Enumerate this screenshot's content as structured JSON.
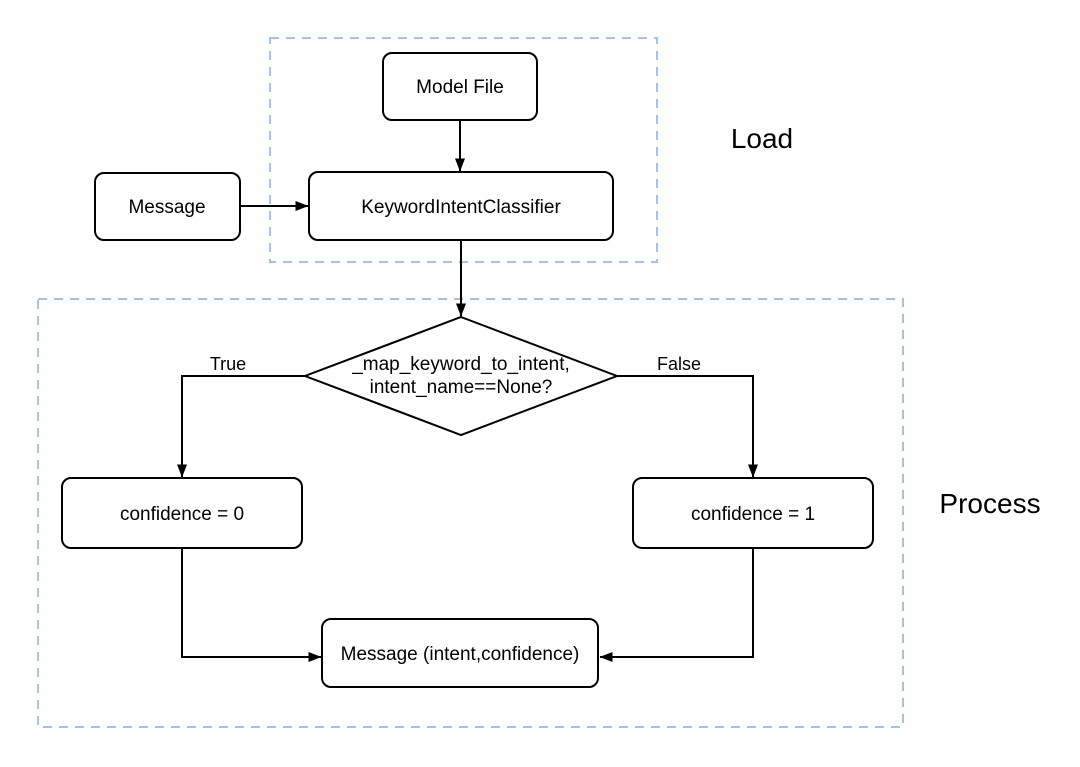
{
  "diagram": {
    "type": "flowchart",
    "groups": {
      "load": {
        "label": "Load"
      },
      "process": {
        "label": "Process"
      }
    },
    "nodes": {
      "model_file": {
        "label": "Model File"
      },
      "message_in": {
        "label": "Message"
      },
      "classifier": {
        "label": "KeywordIntentClassifier"
      },
      "decision": {
        "line1": "_map_keyword_to_intent,",
        "line2": "intent_name==None?"
      },
      "confidence_zero": {
        "label": "confidence = 0"
      },
      "confidence_one": {
        "label": "confidence = 1"
      },
      "message_out": {
        "label": "Message (intent,confidence)"
      }
    },
    "edge_labels": {
      "true_branch": "True",
      "false_branch": "False"
    },
    "colors": {
      "group_border": "#A3C2E8",
      "node_border": "#000000",
      "node_fill": "#ffffff",
      "arrow": "#000000",
      "text": "#000000",
      "background": "#ffffff"
    }
  }
}
